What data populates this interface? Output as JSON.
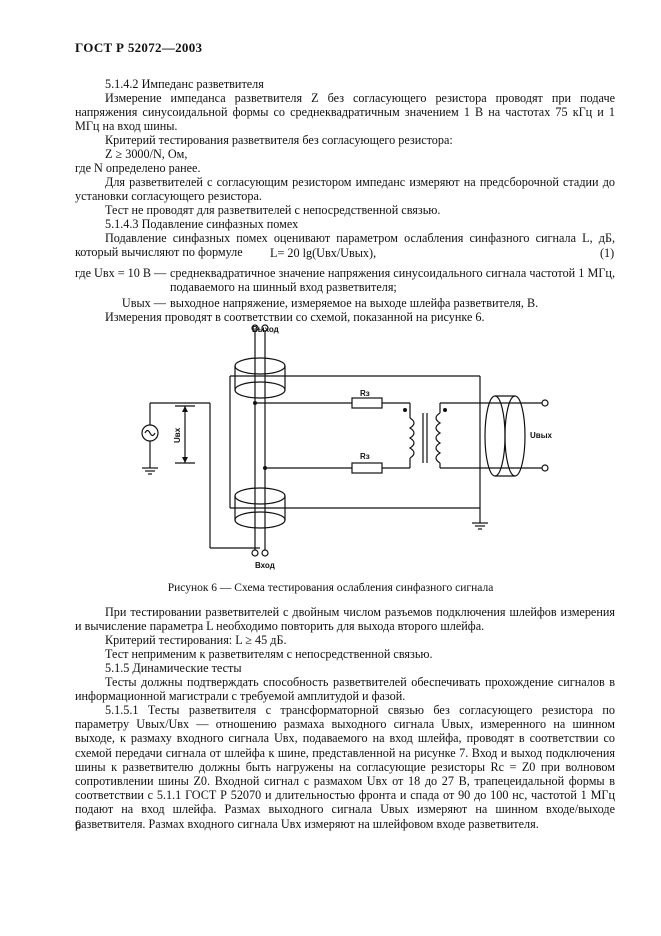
{
  "header": "ГОСТ Р 52072—2003",
  "s_1542": "5.1.4.2 Импеданс разветвителя",
  "p1": "Измерение импеданса разветвителя Z без согласующего резистора проводят при подаче напряжения синусоидальной формы со среднеквадратичным значением 1 В на частотах 75 кГц и 1 МГц на вход шины.",
  "p2": "Критерий тестирования разветвителя без согласующего резистора:",
  "p3": "Z ≥ 3000/N, Ом,",
  "p4": "где N определено ранее.",
  "p5": "Для разветвителей с согласующим резистором импеданс измеряют на предсборочной стадии до установки согласующего резистора.",
  "p6": "Тест не проводят для разветвителей с непосредственной связью.",
  "s_1543": "5.1.4.3 Подавление синфазных помех",
  "p7": "Подавление синфазных помех оценивают параметром ослабления синфазного сигнала L, дБ, который вычисляют по формуле",
  "formula": "L= 20 lg(Uвх/Uвых),",
  "formula_num": "(1)",
  "def1_sym": "где Uвх = 10 В —",
  "def1_text": "среднеквадратичное значение напряжения синусоидального сигнала частотой 1 МГц, подаваемого на шинный вход разветвителя;",
  "def2_sym": "Uвых —",
  "def2_text": "выходное напряжение, измеряемое на выходе шлейфа разветвителя, В.",
  "p8": "Измерения проводят в соответствии со схемой, показанной на рисунке 6.",
  "diagram": {
    "label_out": "Выход",
    "label_in": "Вход",
    "label_uin": "Uвх",
    "label_uout": "Uвых",
    "label_r1": "Rз",
    "label_r2": "Rз"
  },
  "caption": "Рисунок 6 — Схема тестирования ослабления синфазного сигнала",
  "p9": "При тестировании разветвителей с двойным числом разъемов подключения шлейфов измерения и вычисление параметра L необходимо повторить для выхода второго шлейфа.",
  "p10": "Критерий тестирования: L ≥ 45 дБ.",
  "p11": "Тест неприменим к разветвителям с непосредственной связью.",
  "s_15": "5.1.5 Динамические тесты",
  "p12": "Тесты должны подтверждать способность разветвителей обеспечивать прохождение сигналов в информационной магистрали с требуемой амплитудой и фазой.",
  "p13": "5.1.5.1 Тесты разветвителя с трансформаторной связью без согласующего резистора по параметру Uвых/Uвх — отношению размаха выходного сигнала Uвых, измеренного на шинном выходе, к размаху входного сигнала Uвх, подаваемого на вход шлейфа, проводят в соответствии со схемой передачи сигнала от шлейфа к шине, представленной на рисунке 7. Вход и выход подключения шины к разветвителю должны быть нагружены на согласующие резисторы Rс = Z0 при волновом сопротивлении шины Z0. Входной сигнал с размахом Uвх от 18 до 27 В, трапецеидальной формы в соответствии с 5.1.1 ГОСТ Р 52070 и длительностью фронта и спада от 90 до 100 нс, частотой 1 МГц подают на вход шлейфа. Размах выходного сигнала Uвых измеряют на шинном входе/выходе разветвителя. Размах входного сигнала Uвх измеряют на шлейфовом входе разветвителя.",
  "page_number": "6"
}
